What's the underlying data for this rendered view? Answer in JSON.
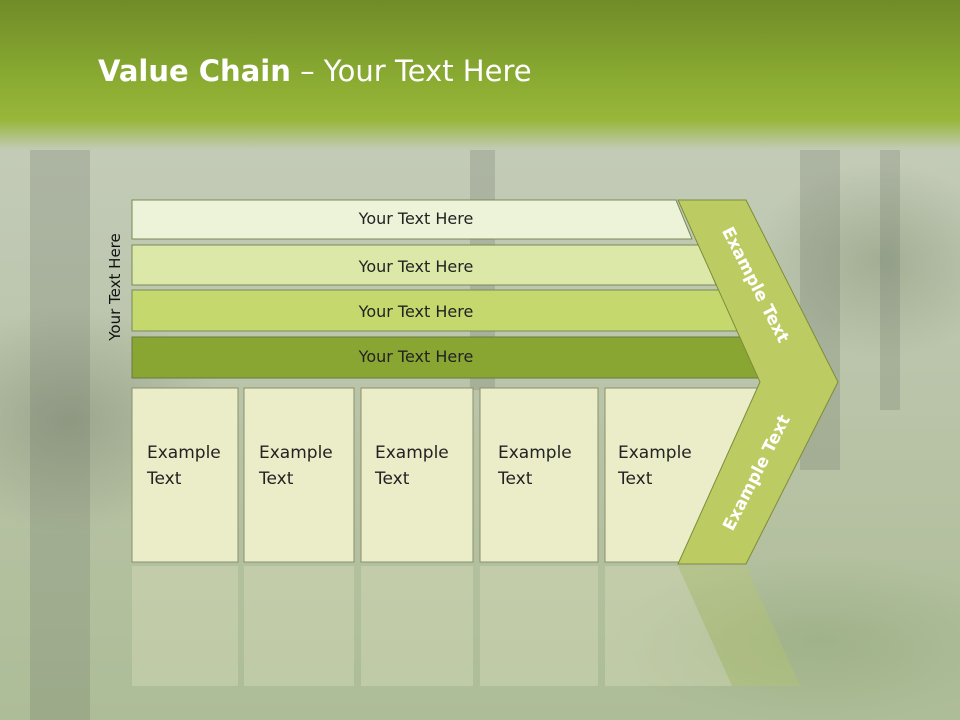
{
  "title": {
    "bold": "Value Chain",
    "rest": " – Your Text Here"
  },
  "side_label": "Your Text Here",
  "bars": [
    {
      "label": "Your Text Here",
      "fill": "#edf3d8"
    },
    {
      "label": "Your Text Here",
      "fill": "#dbe8a8"
    },
    {
      "label": "Your Text Here",
      "fill": "#c4d86e"
    },
    {
      "label": "Your Text Here",
      "fill": "#8aa632"
    }
  ],
  "cells": [
    {
      "line1": "Example",
      "line2": "Text"
    },
    {
      "line1": "Example",
      "line2": "Text"
    },
    {
      "line1": "Example",
      "line2": "Text"
    },
    {
      "line1": "Example",
      "line2": "Text"
    },
    {
      "line1": "Example",
      "line2": "Text"
    }
  ],
  "chevron": {
    "top_text": "Example Text",
    "bottom_text": "Example Text",
    "fill": "#bccc62"
  },
  "colors": {
    "cell_fill": "#ebecc8",
    "header": "#8bac32"
  }
}
